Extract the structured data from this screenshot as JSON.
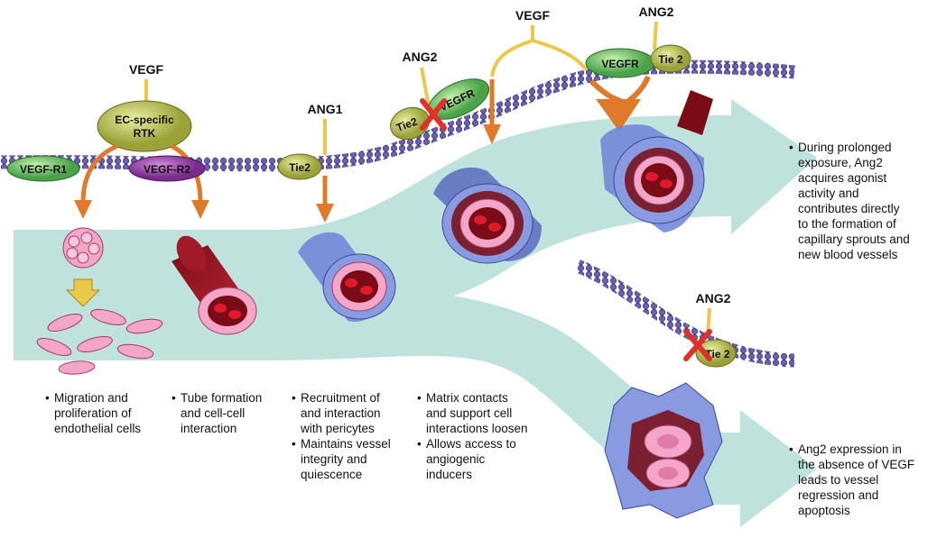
{
  "labels": {
    "vegf_left": "VEGF",
    "ec_rtk_line1": "EC-specific",
    "ec_rtk_line2": "RTK",
    "vegfr1": "VEGF-R1",
    "vegfr2": "VEGF-R2",
    "ang1": "ANG1",
    "tie2_a": "Tie2",
    "ang2_mid": "ANG2",
    "tie2_b": "Tie2",
    "vegfr_mid": "VEGFR",
    "vegf_top": "VEGF",
    "ang2_top": "ANG2",
    "vegfr_top": "VEGFR",
    "tie2_top": "Tie 2",
    "ang2_low": "ANG2",
    "tie2_low": "Tie 2"
  },
  "captions": {
    "c1": [
      "Migration and",
      "proliferation of",
      "endothelial cells"
    ],
    "c2": [
      "Tube formation",
      "and cell-cell",
      "interaction"
    ],
    "c3a": [
      "Recruitment of",
      "and interaction",
      "with pericytes"
    ],
    "c3b": [
      "Maintains vessel",
      "integrity and",
      "quiescence"
    ],
    "c4a": [
      "Matrix contacts",
      "and support cell",
      "interactions loosen"
    ],
    "c4b": [
      "Allows access to",
      "angiogenic",
      "inducers"
    ],
    "right_top": [
      "During prolonged",
      "exposure, Ang2",
      "acquires agonist",
      "activity and",
      "contributes directly",
      "to the formation of",
      "capillary sprouts and",
      "new blood vessels"
    ],
    "right_bottom": [
      "Ang2 expression in",
      "the absence of VEGF",
      "leads to vessel",
      "regression and",
      "apoptosis"
    ]
  },
  "bullet": "•",
  "colors": {
    "band": "#bfe3dc",
    "membrane": "#6a5fb5",
    "arrow_orange": "#e07a2a",
    "ligand_yellow": "#e9c84a",
    "receptor_green": "#6cc06a",
    "receptor_purple": "#8e3f9e",
    "ang_red": "#e0302a",
    "vessel_red": "#c8202a",
    "pericyte_blue": "#6d82d8"
  }
}
